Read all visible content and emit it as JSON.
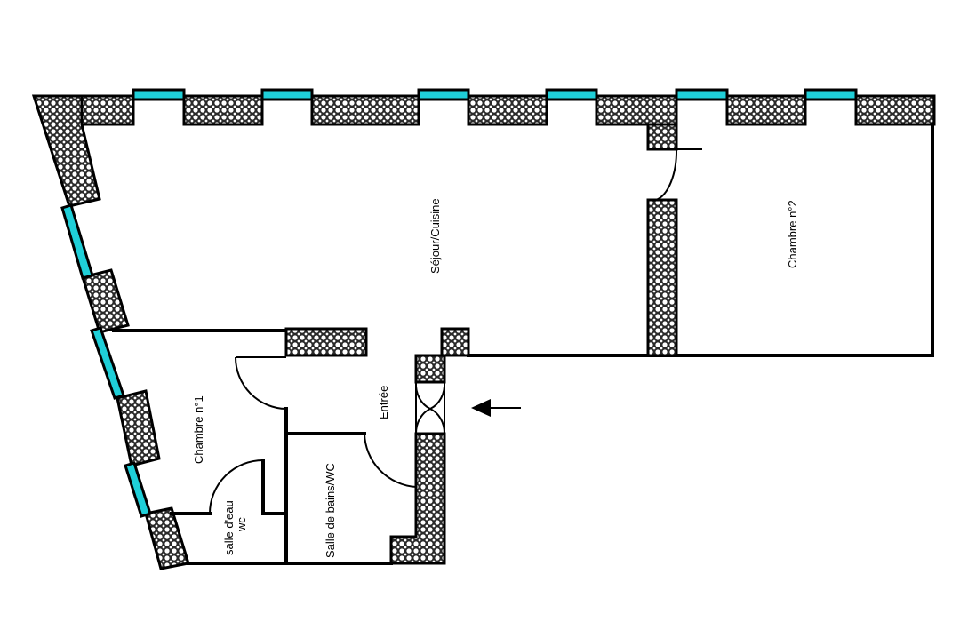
{
  "rooms": {
    "sejour": "Séjour/Cuisine",
    "chambre2": "Chambre n°2",
    "chambre1": "Chambre n°1",
    "entree": "Entrée",
    "salle_bains": "Salle de bains/WC",
    "salle_eau_line1": "salle d'eau",
    "salle_eau_line2": "wc"
  },
  "colors": {
    "window": "#1fcfd8",
    "wall_pattern": "#000000",
    "background": "#ffffff"
  },
  "icons": {
    "entrance": "arrow-left-icon"
  }
}
